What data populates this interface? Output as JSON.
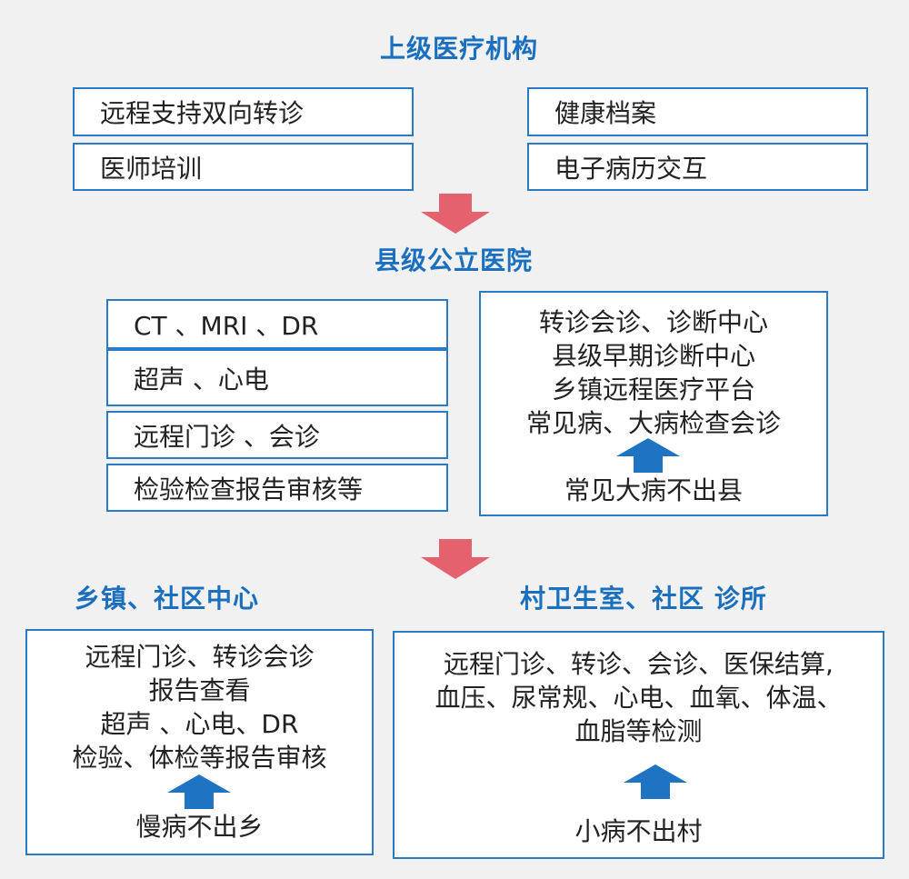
{
  "colors": {
    "heading": "#1a6fbe",
    "border": "#2b7bc4",
    "red_arrow": "#e5616d",
    "blue_arrow": "#1f73c3",
    "background": "#f1f1f1"
  },
  "top": {
    "title": "上级医疗机构",
    "left_boxes": [
      "远程支持双向转诊",
      "医师培训"
    ],
    "right_boxes": [
      "健康档案",
      "电子病历交互"
    ]
  },
  "county": {
    "title": "县级公立医院",
    "left_boxes": [
      "CT 、MRI 、DR",
      "超声 、心电",
      "远程门诊 、会诊",
      "检验检查报告审核等"
    ],
    "right_box": {
      "lines": [
        "转诊会诊、诊断中心",
        "县级早期诊断中心",
        "乡镇远程医疗平台",
        "常见病、大病检查会诊"
      ],
      "motto": "常见大病不出县"
    }
  },
  "township": {
    "title": "乡镇、社区中心",
    "lines": [
      "远程门诊、转诊会诊",
      "报告查看",
      "超声 、心电、DR",
      "检验、体检等报告审核"
    ],
    "motto": "慢病不出乡"
  },
  "village": {
    "title": "村卫生室、社区 诊所",
    "lines": [
      "远程门诊、转诊、会诊、医保结算,",
      "血压、尿常规、心电、血氧、体温、",
      "血脂等检测"
    ],
    "motto": "小病不出村"
  }
}
